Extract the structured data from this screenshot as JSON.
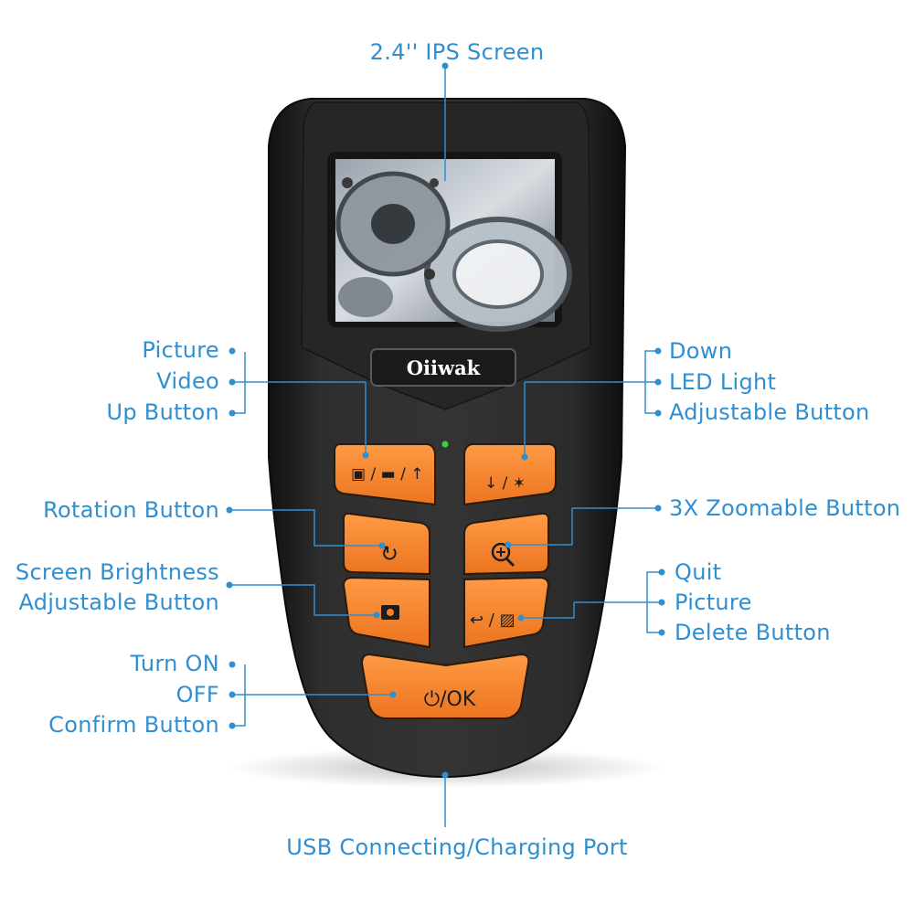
{
  "device": {
    "brand": "Oiiwak",
    "colors": {
      "body": "#2a2a2a",
      "accent": "#f57f2a",
      "callout": "#2f8fd0",
      "led": "#3ad04a"
    },
    "buttons": {
      "picture_video_up": {
        "glyphs": "▣ / ▬ / ↑",
        "icons": [
          "camera-icon",
          "video-icon",
          "up-arrow-icon"
        ]
      },
      "down_led": {
        "glyphs": "↓ / ✶",
        "icons": [
          "down-arrow-icon",
          "led-light-icon"
        ]
      },
      "rotation": {
        "icon": "rotate-icon"
      },
      "zoom": {
        "icon": "zoom-in-icon"
      },
      "brightness": {
        "icon": "brightness-icon"
      },
      "quit_picture_delete": {
        "glyphs": "↩ / ▨",
        "icons": [
          "return-icon",
          "delete-picture-icon"
        ]
      },
      "power_ok": {
        "label": "⏻/OK",
        "icon": "power-icon"
      }
    }
  },
  "callouts": {
    "screen": "2.4'' IPS Screen",
    "usb": "USB Connecting/Charging Port",
    "left": {
      "picture": "Picture",
      "video": "Video",
      "up": "Up Button",
      "rotation": "Rotation Button",
      "brightness_1": "Screen Brightness",
      "brightness_2": "Adjustable Button",
      "turn_on": "Turn ON",
      "off": "OFF",
      "confirm": "Confirm Button"
    },
    "right": {
      "down": "Down",
      "led": "LED Light",
      "adjustable": "Adjustable Button",
      "zoom": "3X Zoomable Button",
      "quit": "Quit",
      "picture": "Picture",
      "delete": "Delete Button"
    }
  }
}
